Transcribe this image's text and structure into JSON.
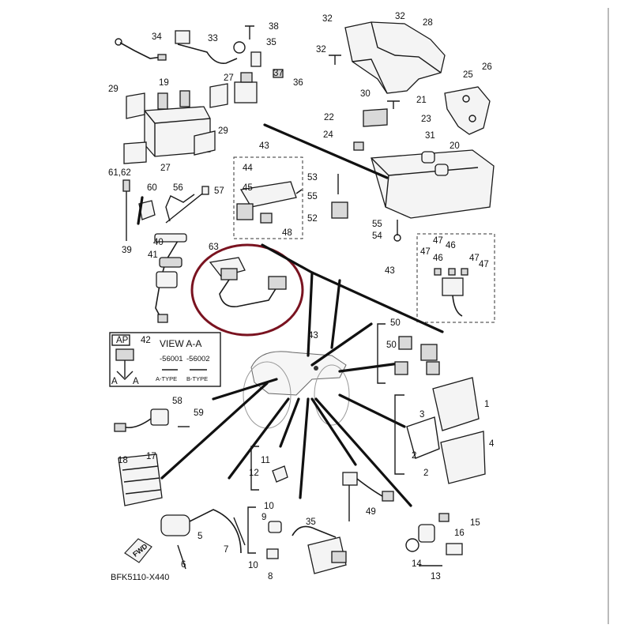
{
  "diagram_code": "BFK5110-X440",
  "view_box": {
    "tag": "AP",
    "ref_number": "42",
    "title": "VIEW A-A",
    "part_codes": [
      "-56001",
      "-56002"
    ],
    "type_labels": [
      "A-TYPE",
      "B-TYPE"
    ],
    "arrow_label": "A"
  },
  "fwd_label": "FWD",
  "colors": {
    "highlight": "#7a1320",
    "line": "#1a1a1a"
  },
  "callouts": {
    "c38": "38",
    "c34": "34",
    "c33": "33",
    "c35": "35",
    "c37": "37",
    "c36": "36",
    "c19": "19",
    "c29a": "29",
    "c27a": "27",
    "c29b": "29",
    "c27b": "27",
    "c32a": "32",
    "c32b": "32",
    "c32c": "32",
    "c28": "28",
    "c26": "26",
    "c25": "25",
    "c30": "30",
    "c21": "21",
    "c22": "22",
    "c24": "24",
    "c23": "23",
    "c31": "31",
    "c20": "20",
    "c43a": "43",
    "c44": "44",
    "c45": "45",
    "c48": "48",
    "c53": "53",
    "c55a": "55",
    "c52": "52",
    "c55b": "55",
    "c54": "54",
    "c6162": "61,62",
    "c60": "60",
    "c56": "56",
    "c57": "57",
    "c40": "40",
    "c41": "41",
    "c39": "39",
    "c63": "63",
    "c43b": "43",
    "c47a": "47",
    "c47b": "47",
    "c46a": "46",
    "c46b": "46",
    "c47c": "47",
    "c47d": "47",
    "c43c": "43",
    "c50a": "50",
    "c50b": "50",
    "c1": "1",
    "c3": "3",
    "c2a": "2",
    "c2b": "2",
    "c4": "4",
    "c58": "58",
    "c59": "59",
    "c18": "18",
    "c17": "17",
    "c11": "11",
    "c12": "12",
    "c10a": "10",
    "c9": "9",
    "c35b": "35",
    "c10b": "10",
    "c8": "8",
    "c5": "5",
    "c6": "6",
    "c7": "7",
    "c49": "49",
    "c15": "15",
    "c16": "16",
    "c14": "14",
    "c13": "13"
  }
}
